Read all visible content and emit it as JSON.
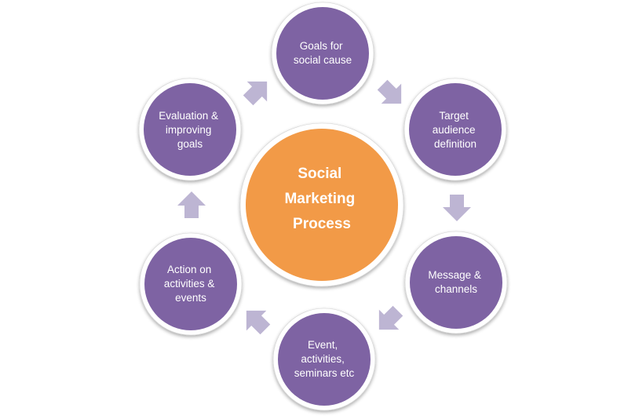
{
  "center": {
    "lines": [
      "Social",
      "Marketing",
      "Process"
    ]
  },
  "nodes": [
    {
      "lines": [
        "Goals for",
        "social cause"
      ]
    },
    {
      "lines": [
        "Target",
        "audience",
        "definition"
      ]
    },
    {
      "lines": [
        "Message &",
        "channels"
      ]
    },
    {
      "lines": [
        "Event,",
        "activities,",
        "seminars etc"
      ]
    },
    {
      "lines": [
        "Action on",
        "activities &",
        "events"
      ]
    },
    {
      "lines": [
        "Evaluation &",
        "improving",
        "goals"
      ]
    }
  ],
  "colors": {
    "node_fill": "#7e63a3",
    "center_fill": "#f29a47",
    "ring": "#ffffff",
    "ring_shadow": "#d3d3d3",
    "arrow": "#bdb5d3"
  }
}
